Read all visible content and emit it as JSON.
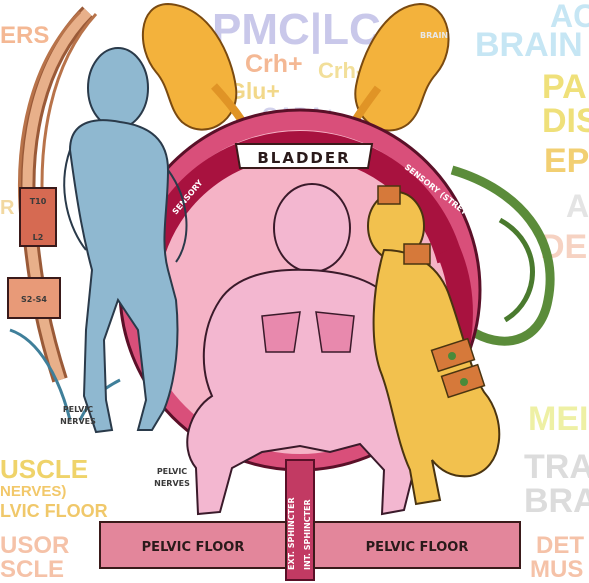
{
  "colors": {
    "bladder_fill": "#d94f7a",
    "bladder_inner": "#f5b3c6",
    "bladder_band": "#a8123f",
    "kidney": "#f3b23c",
    "ureter": "#e09426",
    "blue_figure": "#8fb8d0",
    "pink_figure": "#f3b7d0",
    "yellow_figure": "#f2c14e",
    "floor": "#e3869b",
    "nerve_green": "#5b8c3a",
    "spine_brown": "#b8734a"
  },
  "background_words": {
    "pmc_lc": "PMC|LC",
    "crh_plus": "Crh+",
    "crh_minus": "Crh-",
    "glu_plus": "Glu+",
    "gaba_plus": "GABA+",
    "brain": "BRAIN",
    "ac": "AC",
    "pa": "PA",
    "dis": "DIS",
    "ep": "EP",
    "a": "A",
    "de": "DE",
    "mei": "MEI",
    "tra": "TRA",
    "bra": "BRA",
    "ers": "ERS",
    "r": "R",
    "muscle": "USCLE",
    "nerves_paren": "NERVES)",
    "pelvic_floor_left": "LVIC FLOOR",
    "musor": "USOR",
    "scle": "SCLE",
    "det": "DET",
    "mus": "MUS"
  },
  "labels": {
    "bladder": "BLADDER",
    "sensory_left": "SENSORY",
    "sensory_right": "SENSORY (STRETCH RECEPTORS)",
    "pelvic_floor_left": "PELVIC FLOOR",
    "pelvic_floor_right": "PELVIC FLOOR",
    "pelvic_nerves_1": "PELVIC",
    "pelvic_nerves_2": "NERVES",
    "pelvic_nerves_3": "PELVIC",
    "pelvic_nerves_4": "NERVES",
    "sphincter_left": "EXT. SPHINCTER",
    "sphincter_right": "INT. SPHINCTER",
    "spine_t10": "T10",
    "spine_l2": "L2",
    "spine_s": "S2-S4",
    "brain_small": "BRAIN"
  }
}
